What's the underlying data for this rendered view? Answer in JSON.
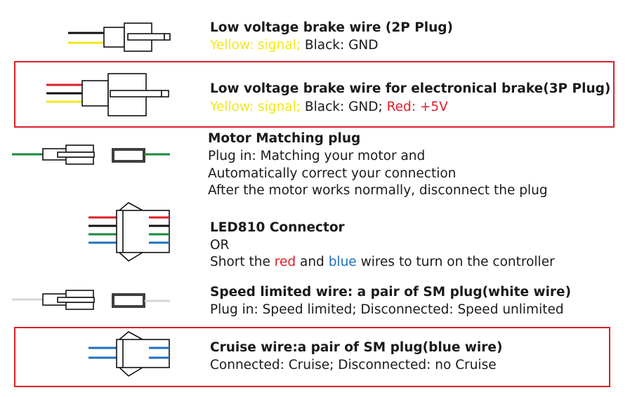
{
  "colors": {
    "yellow": "#f2e81a",
    "black": "#111111",
    "red": "#e01e28",
    "green": "#1a8a3a",
    "blue": "#1f6fc0",
    "white_wire": "#d6d6d6",
    "box": "#d9202a"
  },
  "items": [
    {
      "title": "Low voltage brake wire (2P Plug)",
      "line1": {
        "yellow": "Yellow: signal;",
        "rest": " Black: GND"
      }
    },
    {
      "title": "Low voltage brake wire for electronical brake(3P Plug)",
      "line1": {
        "yellow": "Yellow: signal;",
        "mid": " Black: GND;",
        "red": " Red: +5V"
      }
    },
    {
      "title": "Motor Matching plug",
      "lines": [
        "Plug in: Matching your motor and",
        "Automatically correct your connection",
        "After the motor works normally, disconnect the plug"
      ]
    },
    {
      "title": "LED810 Connector",
      "or": "OR",
      "line": {
        "a": "Short the ",
        "red": "red",
        "b": " and ",
        "blue": "blue",
        "c": " wires to turn on the controller"
      }
    },
    {
      "title": "Speed limited wire: a pair of SM plug(white wire)",
      "line": "Plug in: Speed limited; Disconnected: Speed unlimited"
    },
    {
      "title": "Cruise wire:a pair of SM plug(blue wire)",
      "line": "Connected: Cruise; Disconnected: no Cruise"
    }
  ]
}
